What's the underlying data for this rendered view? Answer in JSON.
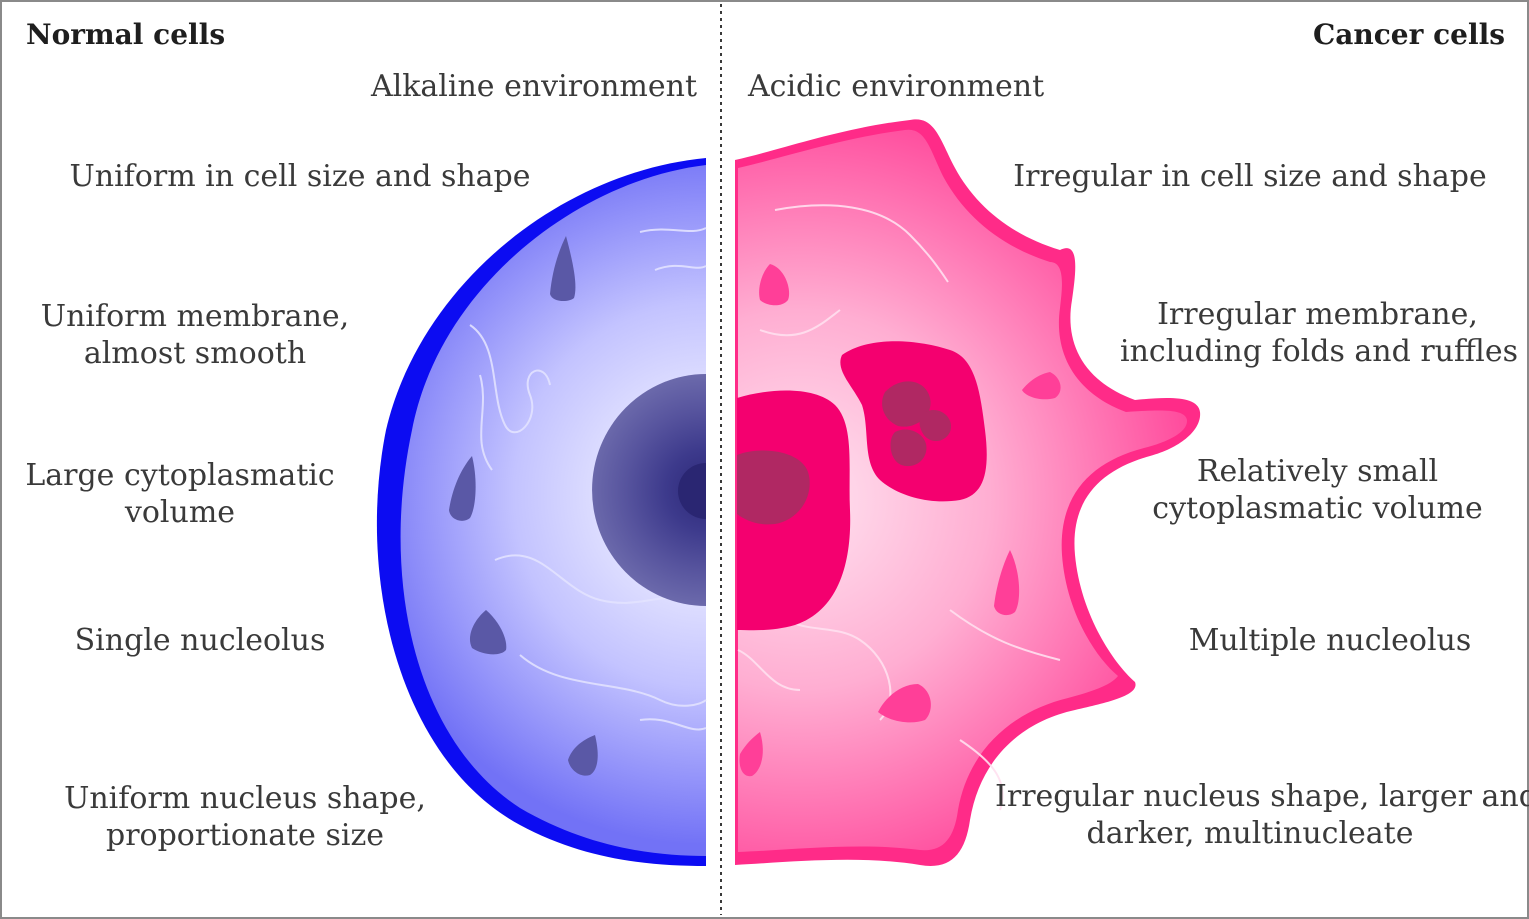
{
  "normal": {
    "title": "Normal cells",
    "environment": "Alkaline environment",
    "features": {
      "shape": "Uniform in cell size and shape",
      "membrane_line1": "Uniform membrane,",
      "membrane_line2": "almost smooth",
      "cytoplasm_line1": "Large cytoplasmatic",
      "cytoplasm_line2": "volume",
      "nucleolus": "Single nucleolus",
      "nucleus_line1": "Uniform nucleus shape,",
      "nucleus_line2": "proportionate size"
    },
    "color": "#3535ee"
  },
  "cancer": {
    "title": "Cancer cells",
    "environment": "Acidic environment",
    "features": {
      "shape": "Irregular in cell size and shape",
      "membrane_line1": "Irregular membrane,",
      "membrane_line2": "including folds and ruffles",
      "cytoplasm_line1": "Relatively small",
      "cytoplasm_line2": "cytoplasmatic volume",
      "nucleolus": "Multiple nucleolus",
      "nucleus_line1": "Irregular nucleus shape, larger and",
      "nucleus_line2": "darker, multinucleate"
    },
    "color": "#ee1f7c"
  }
}
